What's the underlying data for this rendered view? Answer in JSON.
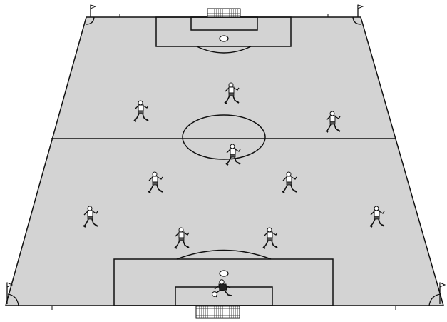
{
  "diagram": {
    "type": "soccer-formation",
    "colors": {
      "pitch": "#d3d3d3",
      "lines": "#111111",
      "background": "#ffffff",
      "goalkeeper_shirt": "#222222",
      "field_player_shirt": "#ffffff"
    },
    "goals": [
      {
        "id": "top-goal"
      },
      {
        "id": "bottom-goal"
      }
    ],
    "corner_flags": [
      {
        "id": "corner-flag-top-left"
      },
      {
        "id": "corner-flag-top-right"
      },
      {
        "id": "corner-flag-bottom-left"
      },
      {
        "id": "corner-flag-bottom-right"
      }
    ],
    "players": [
      {
        "id": "player-left-top",
        "role": "field"
      },
      {
        "id": "player-center-top",
        "role": "field"
      },
      {
        "id": "player-right-top",
        "role": "field"
      },
      {
        "id": "player-center-circle",
        "role": "field"
      },
      {
        "id": "player-left-mid",
        "role": "field"
      },
      {
        "id": "player-right-mid",
        "role": "field"
      },
      {
        "id": "player-left-wing",
        "role": "field"
      },
      {
        "id": "player-right-wing",
        "role": "field"
      },
      {
        "id": "player-left-back",
        "role": "field"
      },
      {
        "id": "player-right-back",
        "role": "field"
      },
      {
        "id": "player-goalkeeper",
        "role": "goalkeeper"
      }
    ]
  }
}
